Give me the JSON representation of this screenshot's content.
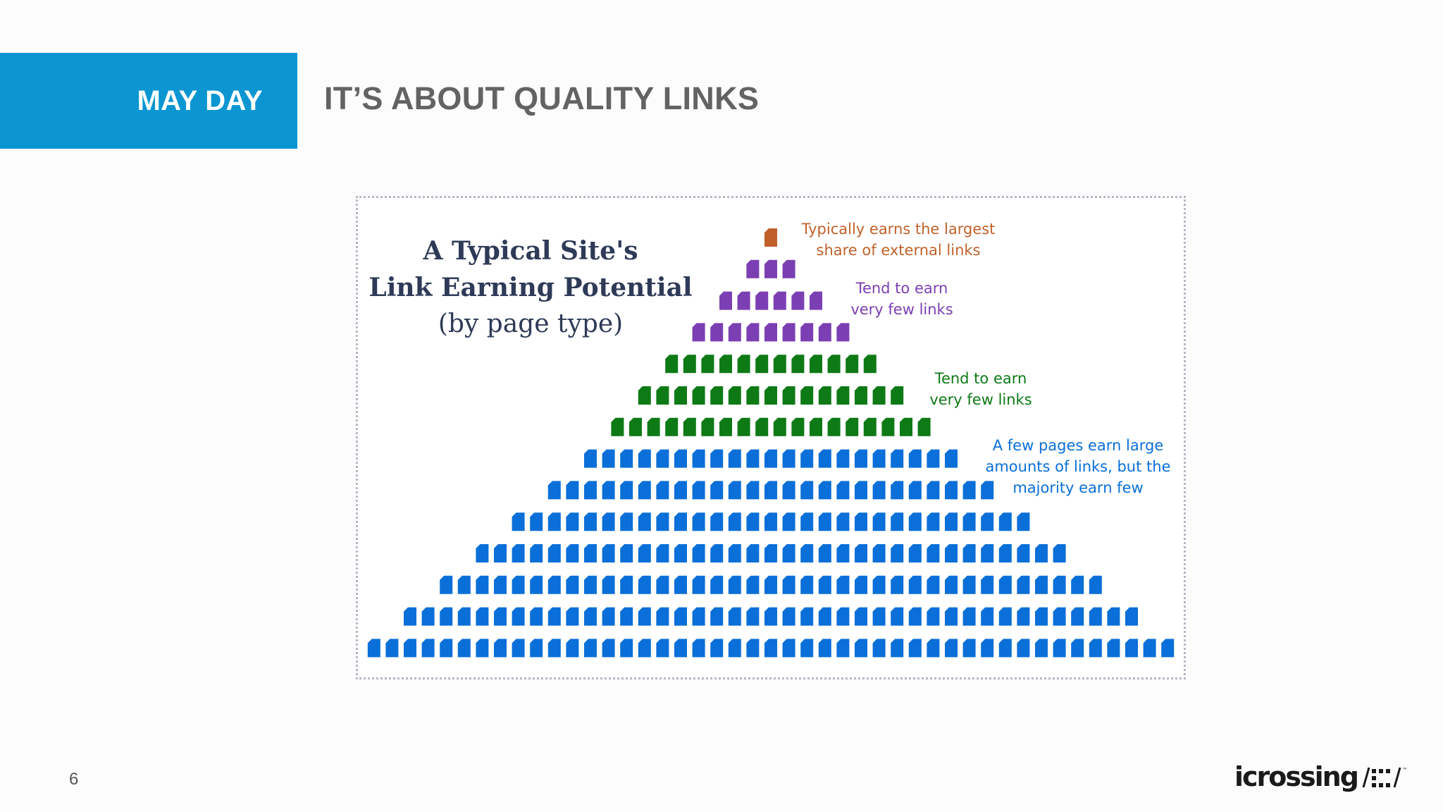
{
  "header": {
    "section_label": "MAY DAY",
    "title": "IT’S ABOUT QUALITY LINKS"
  },
  "figure": {
    "title_lines": [
      "A Typical Site's",
      "Link Earning Potential",
      "(by page type)"
    ],
    "tiers": [
      {
        "rows": [
          1
        ],
        "color": "#c0612b"
      },
      {
        "rows": [
          3,
          6,
          9
        ],
        "color": "#7b3fb3"
      },
      {
        "rows": [
          12,
          15,
          18
        ],
        "color": "#0e7a16"
      },
      {
        "rows": [
          21,
          25,
          29,
          33,
          37,
          41,
          45
        ],
        "color": "#0a6fd8"
      }
    ],
    "annotations": [
      {
        "lines": [
          "Typically earns the largest",
          "share of external links"
        ],
        "color": "#c0612b"
      },
      {
        "lines": [
          "Tend to earn",
          "very few links"
        ],
        "color": "#7b3fb3"
      },
      {
        "lines": [
          "Tend to earn",
          "very few links"
        ],
        "color": "#0e7a16"
      },
      {
        "lines": [
          "A few pages earn large",
          "amounts of links, but the",
          "majority earn few"
        ],
        "color": "#0a6fd8"
      }
    ]
  },
  "footer": {
    "page_number": "6",
    "logo_text": "icrossing"
  },
  "colors": {
    "brand_blue": "#0b96d1",
    "title_gray": "#636363"
  }
}
